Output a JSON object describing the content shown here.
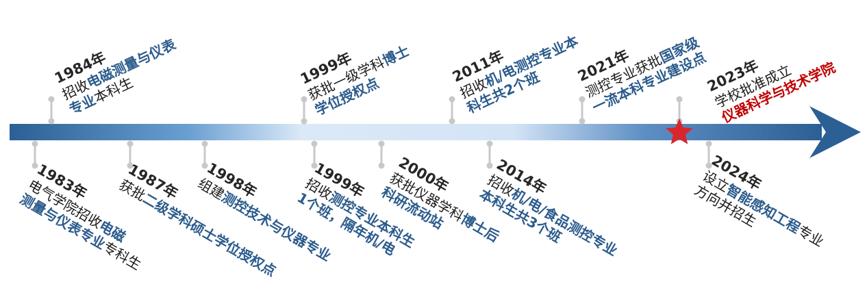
{
  "colors": {
    "highlight": "#2b5b8c",
    "accent_red": "#c00000",
    "axis_dark": "#2c5f94",
    "axis_light": "#dbe9f7",
    "star": "#d9262c",
    "connector": "#c8c8c8"
  },
  "star_icon": "star",
  "events": [
    {
      "id": "e1983",
      "year": "1983年",
      "lines": [
        [
          {
            "t": "电气学院招收",
            "s": "n"
          },
          {
            "t": "电磁",
            "s": "b"
          }
        ],
        [
          {
            "t": "测量与仪表专业",
            "s": "b"
          },
          {
            "t": "专科生",
            "s": "n"
          }
        ]
      ]
    },
    {
      "id": "e1984",
      "year": "1984年",
      "lines": [
        [
          {
            "t": "招收",
            "s": "n"
          },
          {
            "t": "电磁测量与仪表",
            "s": "b"
          }
        ],
        [
          {
            "t": "专业",
            "s": "b"
          },
          {
            "t": "本科生",
            "s": "n"
          }
        ]
      ]
    },
    {
      "id": "e1987",
      "year": "1987年",
      "lines": [
        [
          {
            "t": "获批",
            "s": "n"
          },
          {
            "t": "二级学科硕士学位授权点",
            "s": "b"
          }
        ]
      ]
    },
    {
      "id": "e1998",
      "year": "1998年",
      "lines": [
        [
          {
            "t": "组建",
            "s": "n"
          },
          {
            "t": "测控技术与仪器专业",
            "s": "b"
          }
        ]
      ]
    },
    {
      "id": "e1999a",
      "year": "1999年",
      "lines": [
        [
          {
            "t": "获批一级学科",
            "s": "n"
          },
          {
            "t": "博士",
            "s": "b"
          }
        ],
        [
          {
            "t": "学位授权点",
            "s": "b"
          }
        ]
      ]
    },
    {
      "id": "e1999b",
      "year": "1999年",
      "lines": [
        [
          {
            "t": "招收",
            "s": "n"
          },
          {
            "t": "测控专业本科生",
            "s": "b"
          }
        ],
        [
          {
            "t": "1个班，隔年机/电",
            "s": "b"
          }
        ]
      ]
    },
    {
      "id": "e2000",
      "year": "2000年",
      "lines": [
        [
          {
            "t": "获批仪器学科",
            "s": "n"
          },
          {
            "t": "博士后",
            "s": "b"
          }
        ],
        [
          {
            "t": "科研流动站",
            "s": "b"
          }
        ]
      ]
    },
    {
      "id": "e2011",
      "year": "2011年",
      "lines": [
        [
          {
            "t": "招收",
            "s": "n"
          },
          {
            "t": "机/电测控专业本",
            "s": "b"
          }
        ],
        [
          {
            "t": "科生共2个班",
            "s": "b"
          }
        ]
      ]
    },
    {
      "id": "e2014",
      "year": "2014年",
      "lines": [
        [
          {
            "t": "招收",
            "s": "n"
          },
          {
            "t": "机/电/食品测控专业",
            "s": "b"
          }
        ],
        [
          {
            "t": "本科生共3个班",
            "s": "b"
          }
        ]
      ]
    },
    {
      "id": "e2021",
      "year": "2021年",
      "lines": [
        [
          {
            "t": "测控专业获批",
            "s": "n"
          },
          {
            "t": "国家级",
            "s": "b"
          }
        ],
        [
          {
            "t": "一流本科专业建设点",
            "s": "b"
          }
        ]
      ]
    },
    {
      "id": "e2023",
      "year": "2023年",
      "lines": [
        [
          {
            "t": "学校批准成立",
            "s": "n"
          }
        ],
        [
          {
            "t": "仪器科学与技术学院",
            "s": "r"
          }
        ]
      ]
    },
    {
      "id": "e2024",
      "year": "2024年",
      "lines": [
        [
          {
            "t": "设立",
            "s": "n"
          },
          {
            "t": "智能感知工程",
            "s": "b"
          },
          {
            "t": "专业",
            "s": "n"
          }
        ],
        [
          {
            "t": "方向并招生",
            "s": "n"
          }
        ]
      ]
    }
  ]
}
